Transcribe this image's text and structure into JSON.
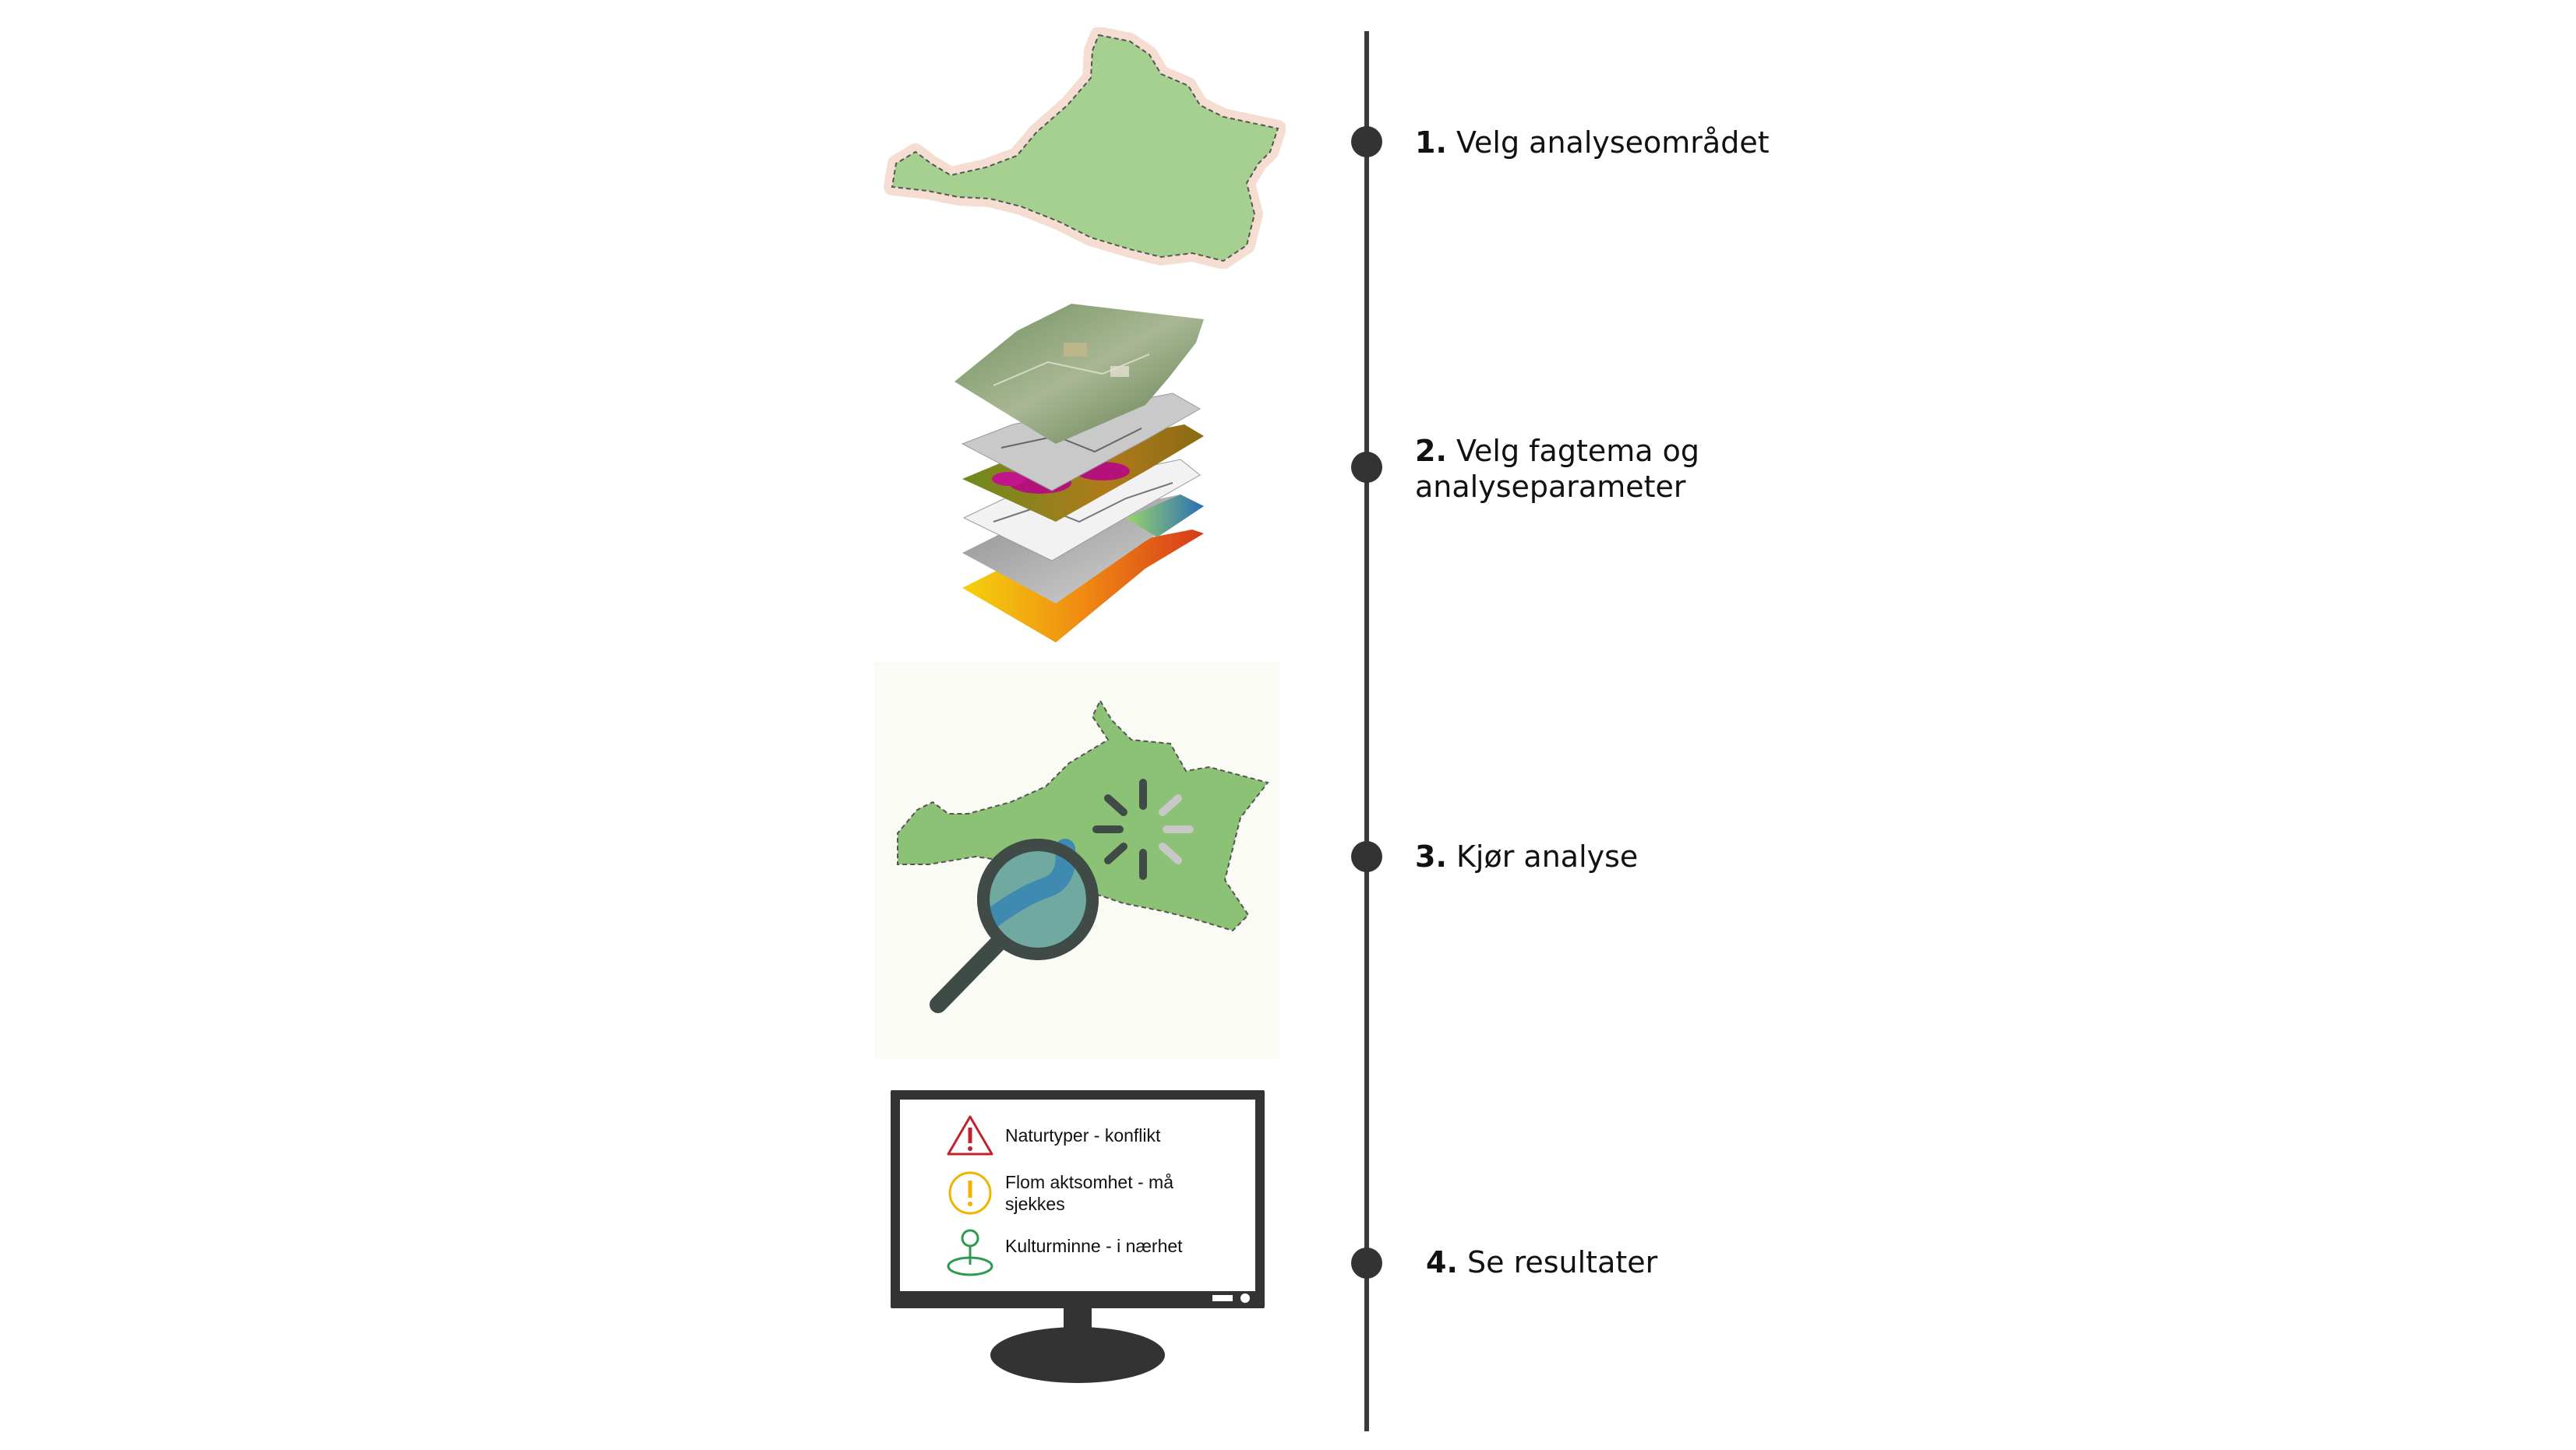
{
  "steps": [
    {
      "number": "1.",
      "label": "Velg analyseområdet"
    },
    {
      "number": "2.",
      "label": "Velg fagtema og",
      "label2": "analyseparameter"
    },
    {
      "number": "3.",
      "label": "Kjør analyse"
    },
    {
      "number": "4.",
      "label": "Se resultater"
    }
  ],
  "monitor": {
    "items": [
      {
        "icon": "warning-triangle-icon",
        "text": "Naturtyper - konflikt"
      },
      {
        "icon": "exclamation-circle-icon",
        "text": "Flom aktsomhet - må",
        "text2": "sjekkes"
      },
      {
        "icon": "location-pin-icon",
        "text": "Kulturminne - i nærhet"
      }
    ]
  },
  "colors": {
    "map_green": "#a6d08f",
    "map_green_dark": "#8dc477",
    "map_outline": "#f6ddd2",
    "timeline": "#3a3a3a",
    "warning_red": "#c0232b",
    "notice_yellow": "#f0b400",
    "pin_green": "#2e9a4f"
  }
}
